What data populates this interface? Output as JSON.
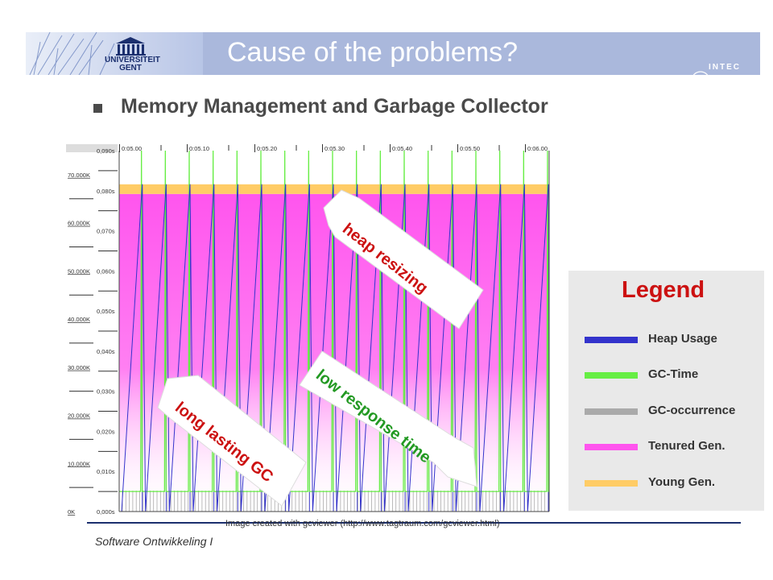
{
  "slide": {
    "title": "Cause of the problems?",
    "bullet": "Memory Management and Garbage Collector",
    "caption": "Image created with gcviewer (http://www.tagtraum.com/gcviewer.html)",
    "footer": "Software Ontwikkeling I",
    "logo_left_text": [
      "UNIVERSITEIT",
      "GENT"
    ],
    "logo_right_text": "INTEC"
  },
  "legend": {
    "title": "Legend",
    "items": [
      {
        "label": "Heap Usage",
        "color": "#3333cc"
      },
      {
        "label": "GC-Time",
        "color": "#66ee44"
      },
      {
        "label": "GC-occurrence",
        "color": "#aaaaaa"
      },
      {
        "label": "Tenured Gen.",
        "color": "#ff55ee"
      },
      {
        "label": "Young Gen.",
        "color": "#ffcc66"
      }
    ]
  },
  "annotations": {
    "heap_resizing": "heap resizing",
    "low_response_time": "low response time",
    "long_lasting_gc": "long lasting GC",
    "colors": {
      "heap_resizing": "#cc1111",
      "low_response_time": "#229922",
      "long_lasting_gc": "#cc1111"
    }
  },
  "chart_data": {
    "type": "line",
    "title": "",
    "x_ticks": [
      "0:05.00",
      "0:05.10",
      "0:05.20",
      "0:05.30",
      "0:05.40",
      "0:05.50",
      "0:06.00"
    ],
    "y_left_ticks": [
      "70.000K",
      "60.000K",
      "50.000K",
      "40.000K",
      "30.000K",
      "20.000K",
      "10.000K",
      "0K"
    ],
    "y_right_ticks": [
      "0,090s",
      "0,080s",
      "0,070s",
      "0,060s",
      "0,050s",
      "0,040s",
      "0,030s",
      "0,020s",
      "0,010s",
      "0,000s"
    ],
    "y_left_range": [
      0,
      75000
    ],
    "y_right_range": [
      0,
      0.09
    ],
    "series": [
      {
        "name": "Heap Usage",
        "color": "#3333cc",
        "pattern": "sawtooth",
        "min": 0,
        "max": 68000
      },
      {
        "name": "GC-Time",
        "color": "#66ee44",
        "baseline": 0.005,
        "peak": 0.09
      },
      {
        "name": "GC-occurrence",
        "color": "#aaaaaa"
      },
      {
        "name": "Tenured Gen.",
        "color": "#ff55ee",
        "value": 66000
      },
      {
        "name": "Young Gen.",
        "color": "#ffcc66",
        "value": 68000
      }
    ],
    "gc_cycles": 18
  }
}
